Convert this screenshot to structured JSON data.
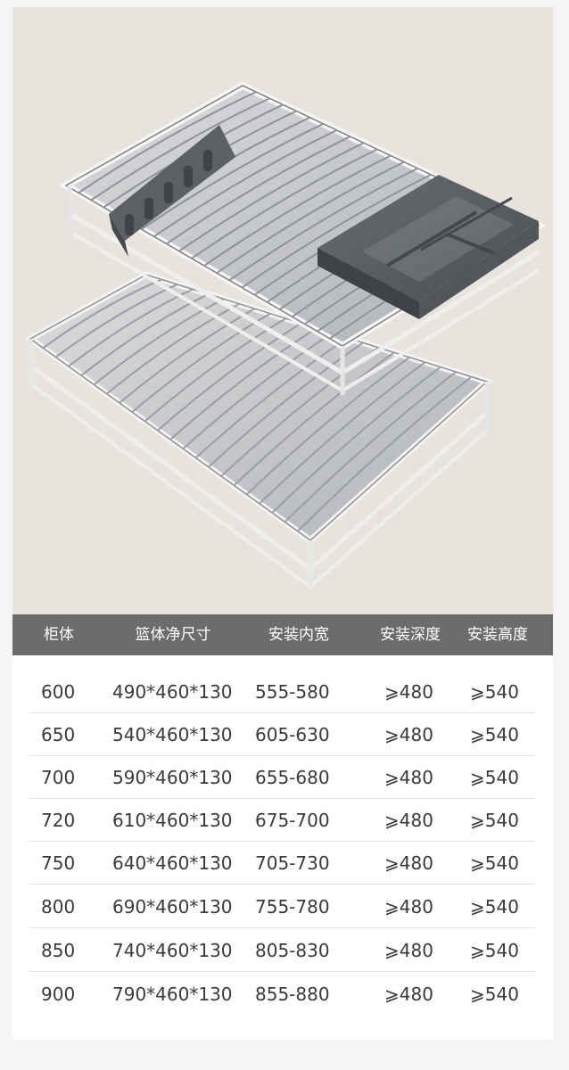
{
  "colors": {
    "photo_background": "#e8e4dd",
    "header_background": "#6b6c6e",
    "tray": "#5e6166",
    "chrome": "#c9cbce"
  },
  "product_image": {
    "subject": "two-tier stainless steel pull-out dish basket with grey cutlery tray"
  },
  "spec_table": {
    "headers": [
      "柜体",
      "篮体净尺寸",
      "安装内宽",
      "安装深度",
      "安装高度"
    ],
    "rows": [
      [
        "600",
        "490*460*130",
        "555-580",
        "⩾480",
        "⩾540"
      ],
      [
        "650",
        "540*460*130",
        "605-630",
        "⩾480",
        "⩾540"
      ],
      [
        "700",
        "590*460*130",
        "655-680",
        "⩾480",
        "⩾540"
      ],
      [
        "720",
        "610*460*130",
        "675-700",
        "⩾480",
        "⩾540"
      ],
      [
        "750",
        "640*460*130",
        "705-730",
        "⩾480",
        "⩾540"
      ],
      [
        "800",
        "690*460*130",
        "755-780",
        "⩾480",
        "⩾540"
      ],
      [
        "850",
        "740*460*130",
        "805-830",
        "⩾480",
        "⩾540"
      ],
      [
        "900",
        "790*460*130",
        "855-880",
        "⩾480",
        "⩾540"
      ]
    ]
  }
}
